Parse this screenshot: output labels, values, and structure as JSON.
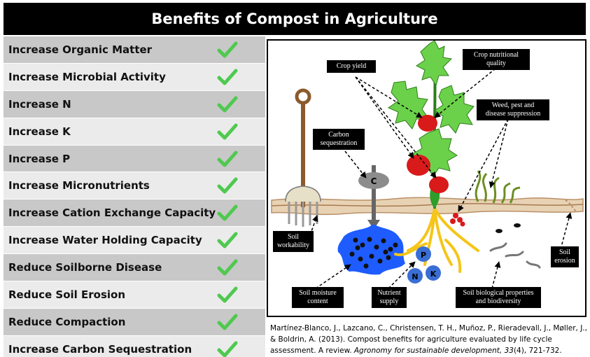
{
  "title": "Benefits of Compost in Agriculture",
  "benefits": [
    "Increase Organic Matter",
    "Increase Microbial  Activity",
    "Increase N",
    "Increase K",
    "Increase P",
    "Increase Micronutrients",
    "Increase Cation Exchange Capacity",
    "Increase Water Holding Capacity",
    "Reduce Soilborne Disease",
    "Reduce Soil Erosion",
    "Reduce Compaction",
    "Increase Carbon Sequestration"
  ],
  "check_icon": "check-icon",
  "colors": {
    "title_bg": "#000000",
    "row_dark": "#c8c8c8",
    "row_light": "#ebebeb",
    "check": "#4fc94f",
    "tomato": "#d81a1a",
    "leaf": "#6bd14a",
    "soil": "#e8d2b4",
    "roots": "#f5c518",
    "moisture": "#1e5cff"
  },
  "diagram": {
    "callouts": {
      "crop_yield": "Crop yield",
      "crop_nutritional_quality": "Crop nutritional\nquality",
      "weed_pest": "Weed, pest and\ndisease suppression",
      "carbon_sequestration": "Carbon\nsequestration",
      "soil_workability": "Soil\nworkability",
      "soil_erosion": "Soil\nerosion",
      "soil_moisture": "Soil moisture\ncontent",
      "nutrient_supply": "Nutrient\nsupply",
      "soil_biological": "Soil biological properties\nand biodiversity"
    },
    "carbon_symbol": "C",
    "nutrient_symbols": [
      "P",
      "N",
      "K"
    ]
  },
  "citation": {
    "authors": "Martínez-Blanco, J., Lazcano, C., Christensen, T. H., Muñoz, P., Rieradevall, J., Møller, J., & Boldrin, A. (2013). Compost benefits for agriculture evaluated by life cycle assessment. A review. ",
    "journal": "Agronomy for sustainable development,",
    "volume": " 33",
    "issue_pages": "(4), 721-732."
  }
}
